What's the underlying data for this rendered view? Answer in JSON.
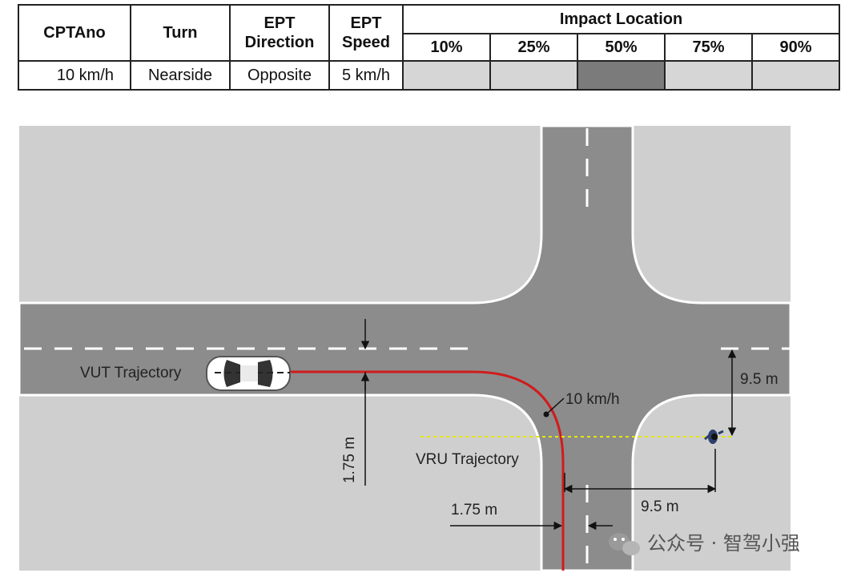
{
  "table": {
    "headers": {
      "cptano": "CPTAno",
      "turn": "Turn",
      "ept_direction": "EPT Direction",
      "ept_speed": "EPT Speed",
      "impact_location": "Impact Location"
    },
    "impact_percentages": [
      "10%",
      "25%",
      "50%",
      "75%",
      "90%"
    ],
    "row": {
      "cptano": "10 km/h",
      "turn": "Nearside",
      "ept_direction": "Opposite",
      "ept_speed": "5 km/h"
    },
    "selected_impact": "50%",
    "colors": {
      "cell": "#d6d6d6",
      "selected": "#7b7b7b"
    }
  },
  "diagram": {
    "labels": {
      "vut_trajectory": "VUT Trajectory",
      "vru_trajectory": "VRU Trajectory",
      "speed": "10 km/h",
      "dim_lateral_vut": "1.75 m",
      "dim_lateral_vru_x": "9.5 m",
      "dim_lateral_vru_y": "9.5 m",
      "dim_lane_offset": "1.75 m"
    },
    "colors": {
      "sidewalk": "#cfcfcf",
      "road": "#8c8c8c",
      "trajectory": "#d01c1c",
      "vru_path": "#e6e600"
    }
  },
  "watermark": {
    "text": "公众号 · 智驾小强"
  }
}
